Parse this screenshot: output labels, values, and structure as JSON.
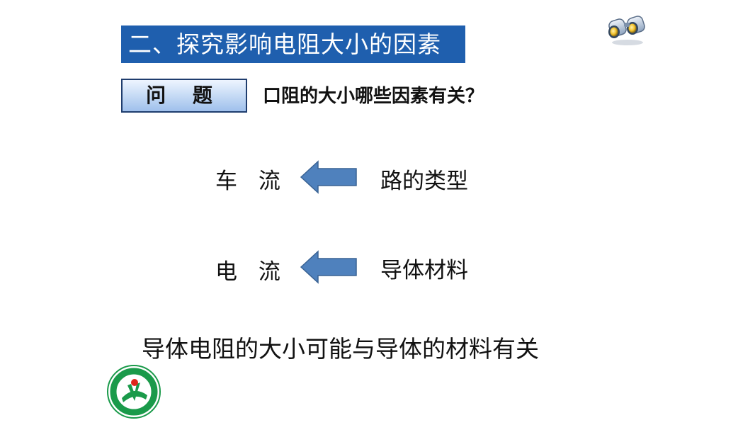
{
  "title": "二、探究影响电阻大小的因素",
  "question": {
    "label": "问  题",
    "text": "口阻的大小哪些因素有关？"
  },
  "analogies": [
    {
      "left": "车 流",
      "right": "路的类型"
    },
    {
      "left": "电 流",
      "right": "导体材料"
    }
  ],
  "conclusion": "导体电阻的大小可能与导体的材料有关",
  "colors": {
    "title_bg": "#1f5fae",
    "arrow_fill": "#4f81bd",
    "logo_green": "#1a9a4a",
    "logo_red": "#e1251b"
  },
  "icons": {
    "top_right": "binoculars-icon",
    "bottom_left": "school-logo"
  }
}
